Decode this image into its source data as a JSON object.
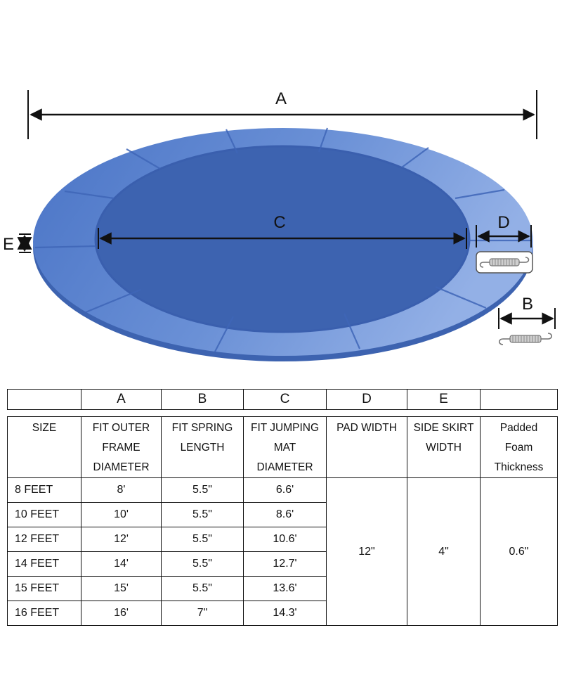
{
  "dimension_labels": {
    "a": "A",
    "b": "B",
    "c": "C",
    "d": "D",
    "e": "E"
  },
  "colors": {
    "pad_blue": "#5a84d0",
    "pad_blue_light": "#8aaae4",
    "pad_seam": "#3f66b8"
  },
  "header_row": [
    "",
    "A",
    "B",
    "C",
    "D",
    "E",
    ""
  ],
  "table": {
    "columns": [
      {
        "lines": [
          "SIZE"
        ]
      },
      {
        "lines": [
          "FIT OUTER",
          "FRAME",
          "DIAMETER"
        ]
      },
      {
        "lines": [
          "FIT SPRING",
          "LENGTH"
        ]
      },
      {
        "lines": [
          "FIT JUMPING",
          "MAT",
          "DIAMETER"
        ]
      },
      {
        "lines": [
          "PAD WIDTH"
        ]
      },
      {
        "lines": [
          "SIDE SKIRT",
          "WIDTH"
        ]
      },
      {
        "lines": [
          "Padded",
          "Foam",
          "Thickness"
        ]
      }
    ],
    "rows": [
      {
        "size": "8 FEET",
        "outer": "8'",
        "spring": "5.5\"",
        "mat": "6.6'"
      },
      {
        "size": "10 FEET",
        "outer": "10'",
        "spring": "5.5\"",
        "mat": "8.6'"
      },
      {
        "size": "12 FEET",
        "outer": "12'",
        "spring": "5.5\"",
        "mat": "10.6'"
      },
      {
        "size": "14 FEET",
        "outer": "14'",
        "spring": "5.5\"",
        "mat": "12.7'"
      },
      {
        "size": "15 FEET",
        "outer": "15'",
        "spring": "5.5\"",
        "mat": "13.6'"
      },
      {
        "size": "16 FEET",
        "outer": "16'",
        "spring": "7\"",
        "mat": "14.3'"
      }
    ],
    "pad_width": "12\"",
    "side_skirt_width": "4\"",
    "foam_thickness": "0.6\""
  }
}
